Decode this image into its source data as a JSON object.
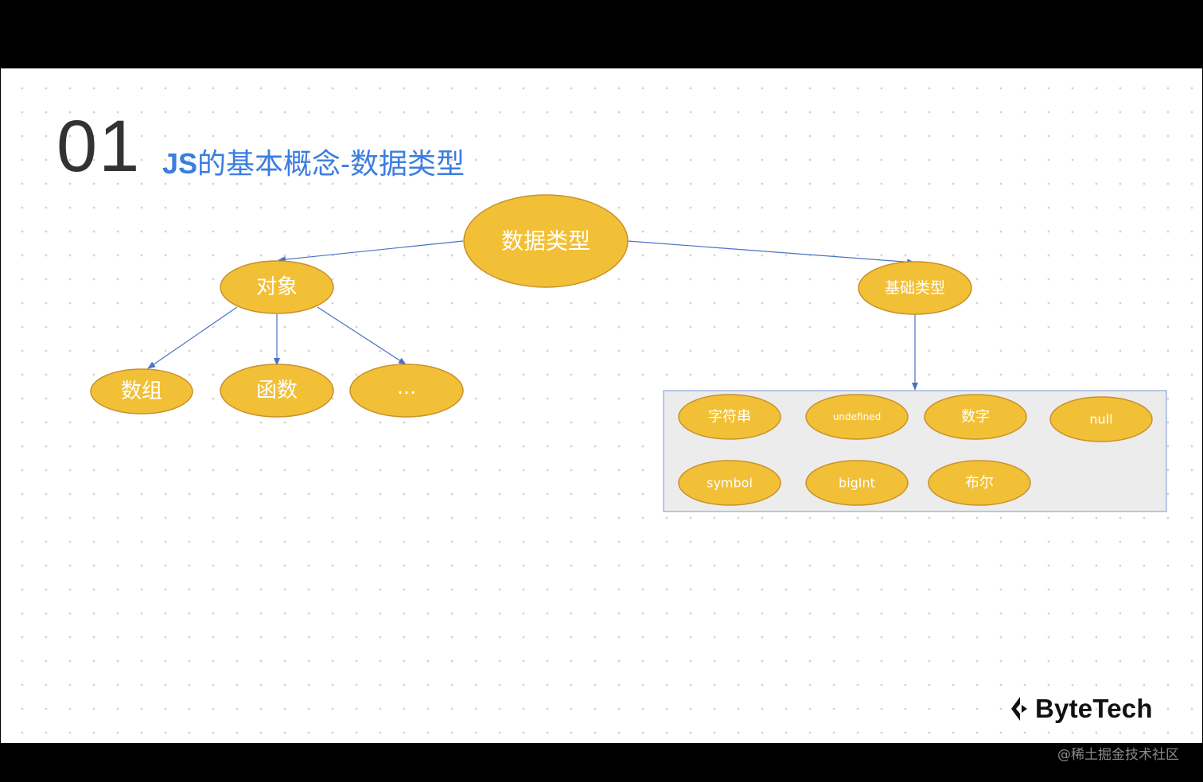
{
  "slide": {
    "number": "01",
    "title_prefix": "JS",
    "title_rest": "的基本概念-数据类型"
  },
  "diagram": {
    "root": "数据类型",
    "object": {
      "label": "对象",
      "children": [
        "数组",
        "函数",
        "…"
      ]
    },
    "basic": {
      "label": "基础类型",
      "children": [
        "字符串",
        "undefined",
        "数字",
        "null",
        "symbol",
        "bigInt",
        "布尔"
      ]
    }
  },
  "colors": {
    "node_fill": "#f2c037",
    "node_stroke": "#c9912a",
    "edge": "#4a72c4",
    "group_fill": "#ececec",
    "group_stroke": "#8fa6d8",
    "title": "#3b7de0"
  },
  "brand": {
    "logo_icon": "bytetech-logo-icon",
    "name": "ByteTech"
  },
  "watermark": "@稀土掘金技术社区"
}
